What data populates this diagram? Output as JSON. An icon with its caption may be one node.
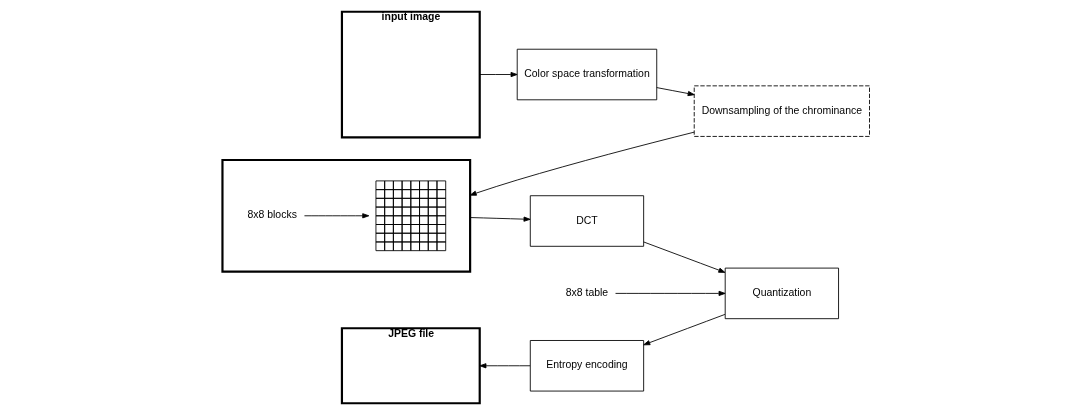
{
  "diagram": {
    "nodes": [
      {
        "text": [
          "input image"
        ]
      },
      {
        "text": [
          "Color space transformation"
        ]
      },
      {
        "text": [
          "Downsampling of the chrominance"
        ]
      },
      {
        "text": [],
        "shape": "box"
      },
      {
        "text": [
          "8x8 blocks"
        ],
        "in": 3
      },
      {
        "text": [],
        "shape": "picture",
        "in": 3
      },
      {
        "text": [
          "DCT"
        ]
      },
      {
        "text": [
          "8x8 table"
        ]
      },
      {
        "text": [
          "Quantization"
        ]
      },
      {
        "text": [
          "Entropy encoding"
        ]
      },
      {
        "text": [
          "JPEG file"
        ]
      }
    ],
    "edges": [
      {
        "from": 0,
        "to": 1,
        "arrow": "to"
      },
      {
        "from": 1,
        "to": 2,
        "arrow": "to"
      },
      {
        "from": 2,
        "to": 3,
        "arrow": "to"
      },
      {
        "from": 4,
        "to": 5,
        "arrow": "to"
      },
      {
        "from": 3,
        "to": 6,
        "arrow": "to"
      },
      {
        "from": 7,
        "to": 8,
        "arrow": "to"
      },
      {
        "from": 6,
        "to": 8,
        "arrow": "to"
      },
      {
        "from": 8,
        "to": 9,
        "arrow": "to"
      },
      {
        "from": 9,
        "to": 10,
        "arrow": "to"
      }
    ]
  }
}
